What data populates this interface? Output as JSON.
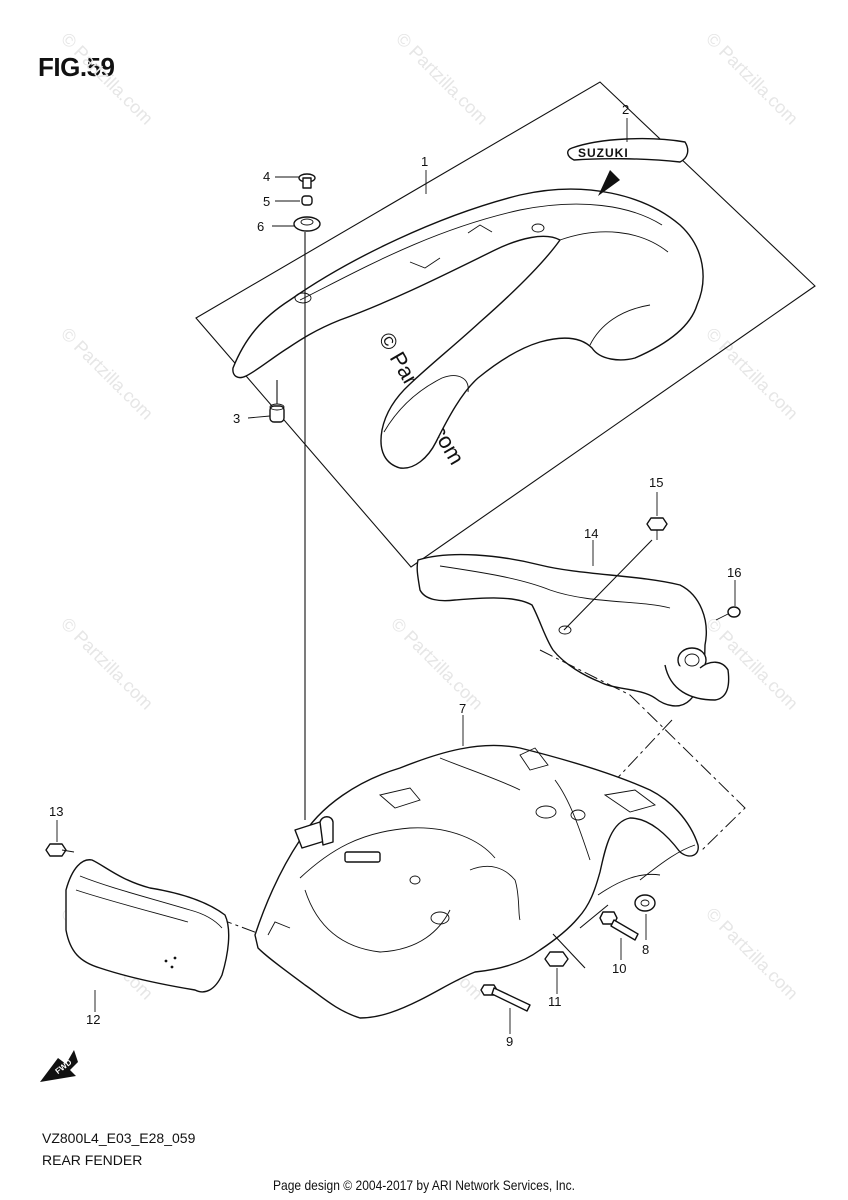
{
  "figure": {
    "title": "FIG.59",
    "model_code": "VZ800L4_E03_E28_059",
    "section_name": "REAR FENDER",
    "footer": "Page design © 2004-2017 by ARI Network Services, Inc."
  },
  "watermark": {
    "text": "© Partzilla.com"
  },
  "badge": {
    "text": "SUZUKI"
  },
  "fwd_marker": {
    "text": "FWD"
  },
  "callouts": [
    "1",
    "2",
    "3",
    "4",
    "5",
    "6",
    "7",
    "8",
    "9",
    "10",
    "11",
    "12",
    "13",
    "14",
    "15",
    "16"
  ]
}
